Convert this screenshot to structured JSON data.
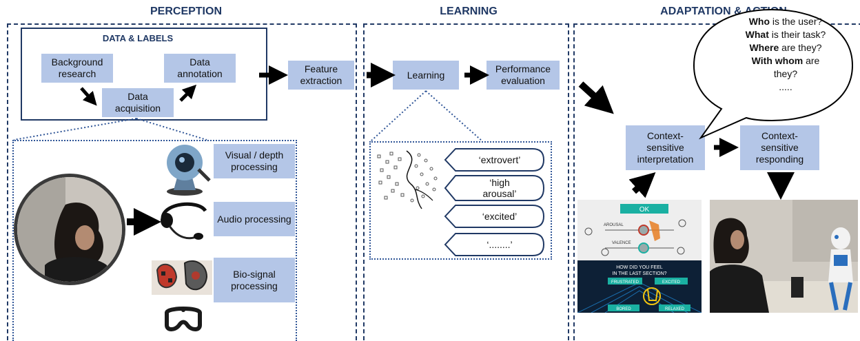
{
  "headers": {
    "perception": "PERCEPTION",
    "learning": "LEARNING",
    "adaptation": "ADAPTATION & ACTION"
  },
  "data_labels": {
    "title": "DATA & LABELS",
    "background": "Background research",
    "annotation": "Data annotation",
    "acquisition": "Data acquisition"
  },
  "perception": {
    "feature": "Feature extraction",
    "visual": "Visual / depth processing",
    "audio": "Audio processing",
    "bio": "Bio-signal processing"
  },
  "learning": {
    "learning": "Learning",
    "performance": "Performance evaluation",
    "labels": [
      "‘extrovert’",
      "‘high arousal’",
      "‘excited’",
      "‘........’"
    ]
  },
  "adaptation": {
    "interpretation": "Context-sensitive interpretation",
    "responding": "Context-sensitive responding",
    "bubble": [
      {
        "bold": "Who",
        "rest": " is the user?"
      },
      {
        "bold": "What",
        "rest": " is their task?"
      },
      {
        "bold": "Where",
        "rest": " are they?"
      },
      {
        "bold": "With whom",
        "rest": " are they?"
      }
    ],
    "bubble_dots": "....."
  },
  "vr": {
    "ok": "OK",
    "arousal": "AROUSAL",
    "valence": "VALENCE",
    "question": "HOW DID YOU FEEL IN THE LAST SECTION?",
    "frustrated": "FRUSTRATED",
    "excited": "EXCITED",
    "bored": "BORED",
    "relaxed": "RELAXED"
  },
  "colors": {
    "box": "#b4c6e7",
    "navy": "#1f3864",
    "header": "#1f3864",
    "dots": "#2f5597"
  }
}
